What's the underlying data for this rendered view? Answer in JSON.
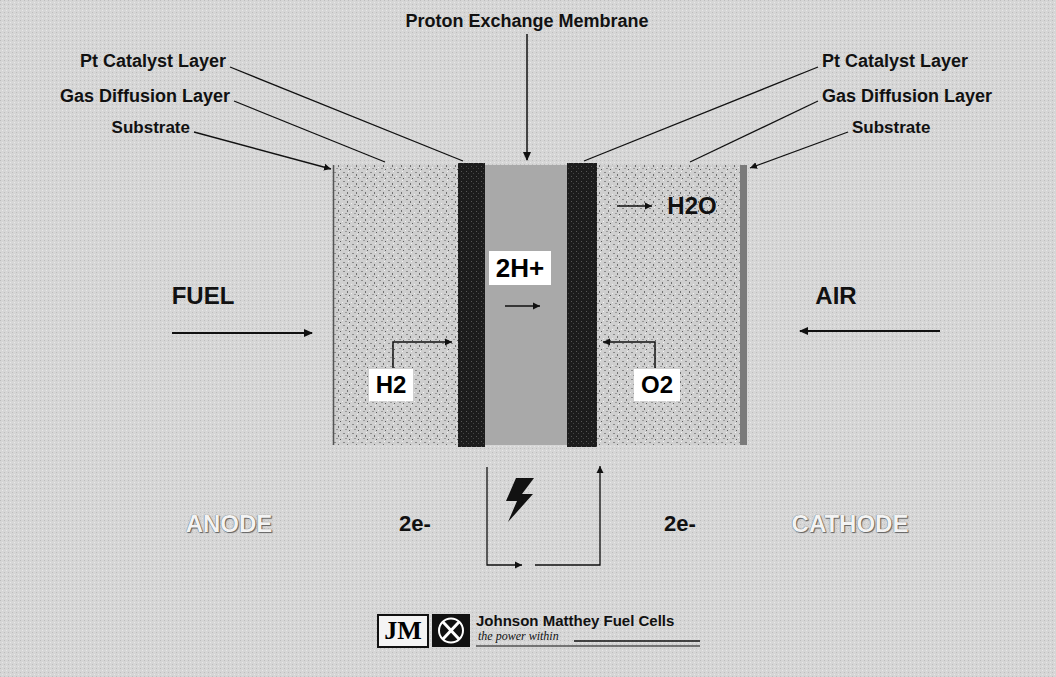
{
  "diagram": {
    "nodes": [
      {
        "text": [
          "H2"
        ]
      },
      {
        "text": [
          "2H+"
        ]
      },
      {
        "text": [
          "O2"
        ]
      },
      {
        "text": [
          "JM"
        ]
      }
    ],
    "labels": [
      "Proton Exchange Membrane",
      "Pt Catalyst Layer",
      "Gas Diffusion Layer",
      "Substrate",
      "Pt Catalyst Layer",
      "Gas Diffusion Layer",
      "Substrate",
      "H2O",
      "FUEL",
      "AIR",
      "ANODE",
      "2e-",
      "2e-",
      "CATHODE",
      "Johnson Matthey Fuel Cells",
      "the power within"
    ]
  }
}
